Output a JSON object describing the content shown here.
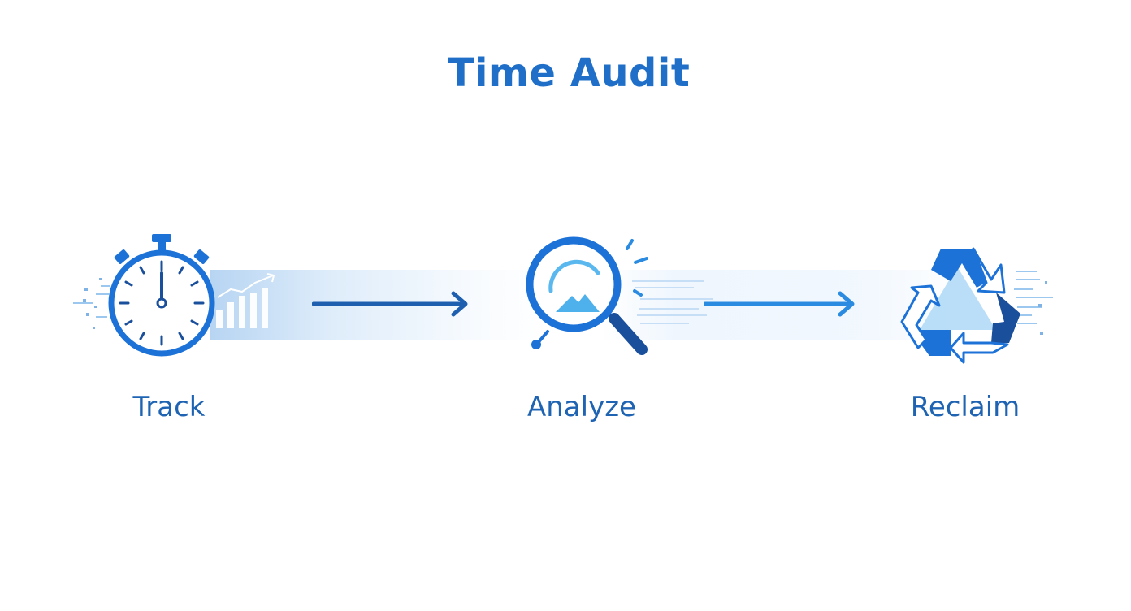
{
  "title": "Time Audit",
  "steps": [
    {
      "label": "Track",
      "icon": "stopwatch-icon"
    },
    {
      "label": "Analyze",
      "icon": "magnifier-icon"
    },
    {
      "label": "Reclaim",
      "icon": "recycle-icon"
    }
  ],
  "connectors": [
    "arrow-right-icon",
    "arrow-right-icon"
  ],
  "colors": {
    "title": "#1f6fc9",
    "label": "#1f64b3",
    "primary": "#1d72d8",
    "dark": "#1a4f9c",
    "light": "#5ab8ef"
  }
}
